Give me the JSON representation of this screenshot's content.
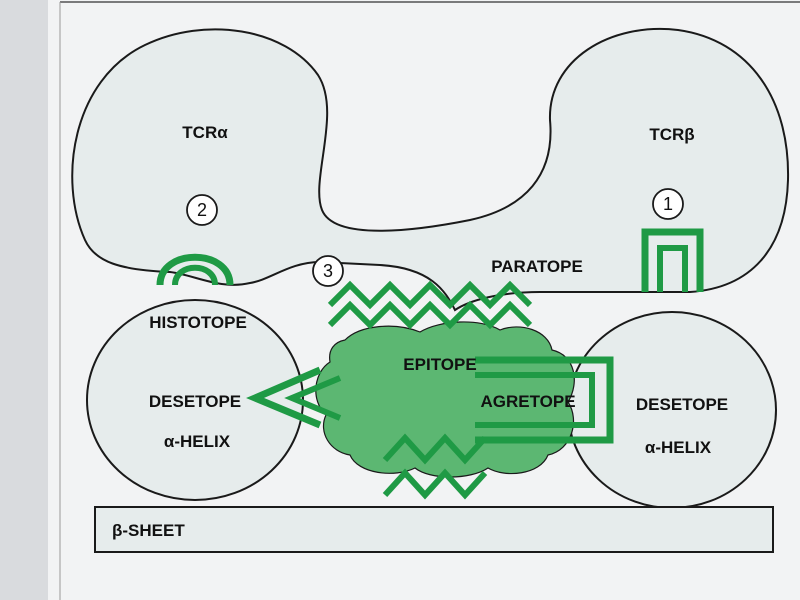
{
  "labels": {
    "tcr_alpha": "TCRα",
    "tcr_beta": "TCRβ",
    "histotope": "HISTOTOPE",
    "paratope": "PARATOPE",
    "epitope": "EPITOPE",
    "agretope": "AGRETOPE",
    "desetope_left": "DESETOPE",
    "desetope_right": "DESETOPE",
    "helix_left": "α-HELIX",
    "helix_right": "α-HELIX",
    "beta_sheet": "β-SHEET"
  },
  "markers": {
    "one": "1",
    "two": "2",
    "three": "3"
  },
  "colors": {
    "green": "#1f9a45",
    "light_green": "#5cb772",
    "cell_fill": "#e6ecec",
    "outline": "#1a1a1a",
    "background": "#f2f3f4"
  }
}
